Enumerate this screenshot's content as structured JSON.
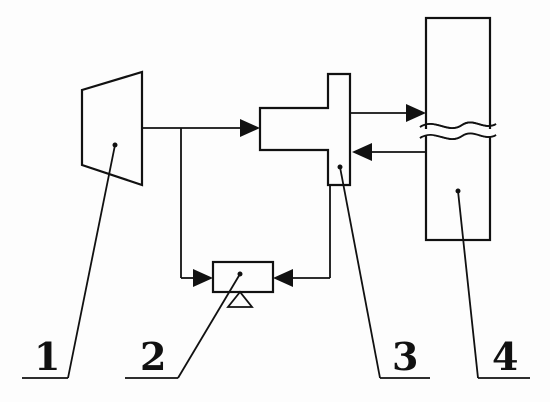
{
  "diagram": {
    "labels": [
      {
        "id": "1",
        "text": "1"
      },
      {
        "id": "2",
        "text": "2"
      },
      {
        "id": "3",
        "text": "3"
      },
      {
        "id": "4",
        "text": "4"
      }
    ],
    "colors": {
      "ink": "#111111",
      "background": "#fdfdfd"
    }
  }
}
